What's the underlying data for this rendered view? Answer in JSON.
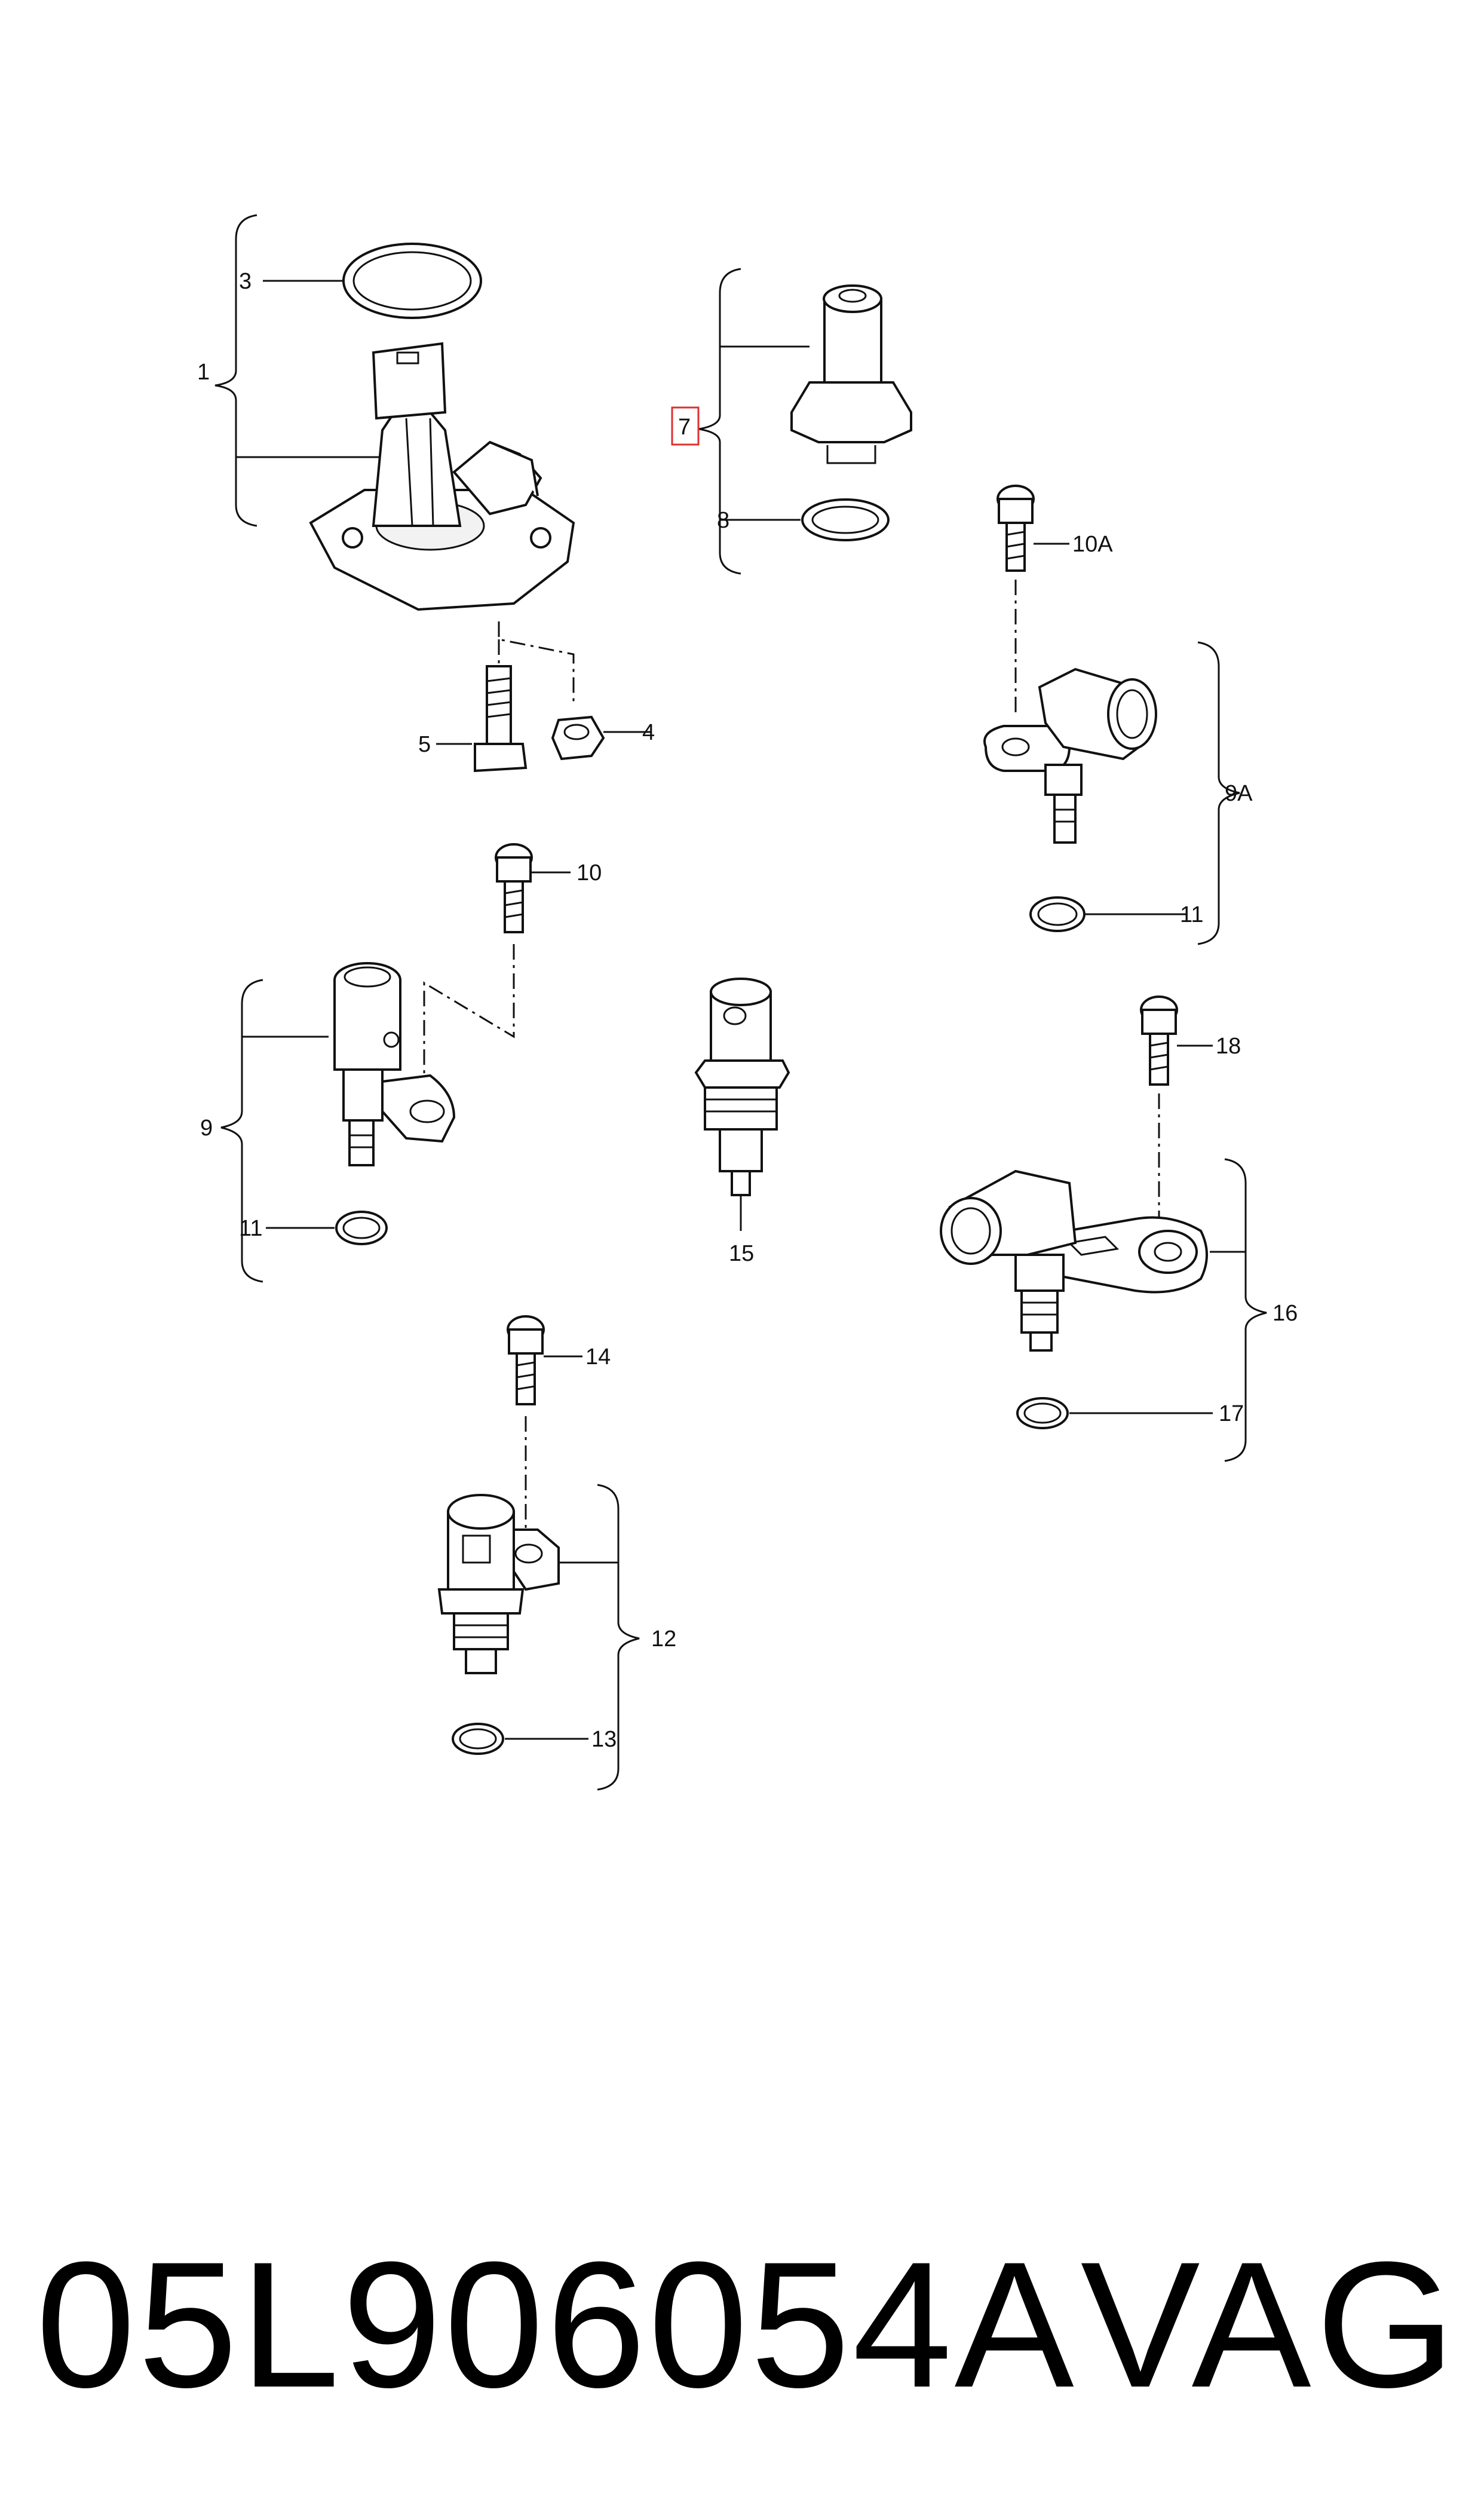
{
  "callouts": {
    "c1": "1",
    "c3": "3",
    "c4": "4",
    "c5": "5",
    "c7": "7",
    "c8": "8",
    "c9": "9",
    "c9a": "9A",
    "c10": "10",
    "c10a": "10A",
    "c11a": "11",
    "c11b": "11",
    "c12": "12",
    "c13": "13",
    "c14": "14",
    "c15": "15",
    "c16": "16",
    "c17": "17",
    "c18": "18"
  },
  "highlight_color": "#e03030",
  "footer": {
    "part_number": "05L906054A",
    "brand": "VAG"
  }
}
